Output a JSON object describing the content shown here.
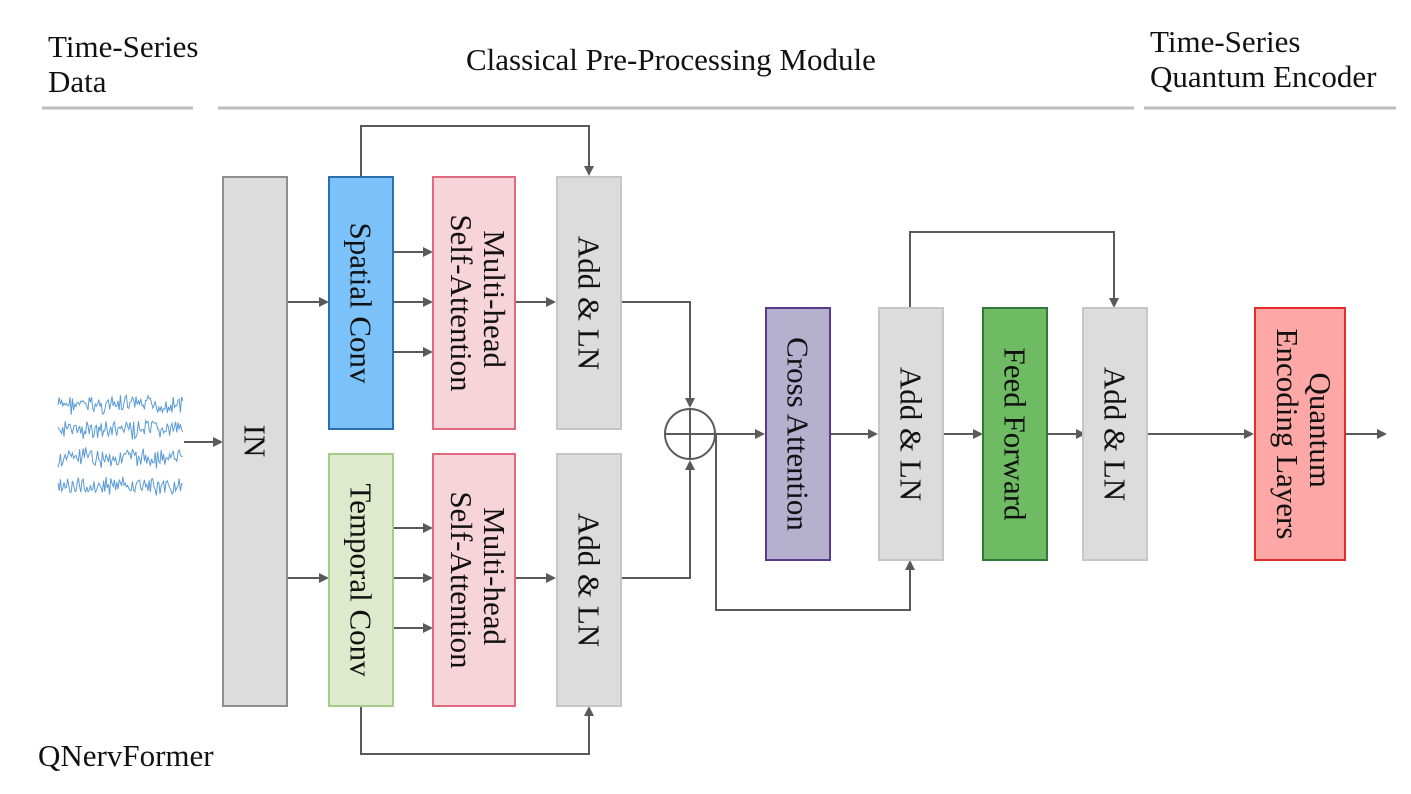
{
  "headers": {
    "time_series_data": [
      "Time-Series",
      "Data"
    ],
    "preprocessing_module": "Classical Pre-Processing Module",
    "quantum_encoder": [
      "Time-Series",
      "Quantum Encoder"
    ]
  },
  "footer_title": "QNervFormer",
  "blocks": {
    "instance_norm": "IN",
    "spatial_conv": "Spatial Conv",
    "temporal_conv": "Temporal Conv",
    "mhsa_spatial": [
      "Multi-head",
      "Self-Attention"
    ],
    "mhsa_temporal": [
      "Multi-head",
      "Self-Attention"
    ],
    "add_ln_spatial": "Add & LN",
    "add_ln_temporal": "Add & LN",
    "sum_node": "⊕",
    "cross_attention": "Cross Attention",
    "add_ln_cross": "Add & LN",
    "feed_forward": "Feed Forward",
    "add_ln_ffn": "Add & LN",
    "quantum_encoding": [
      "Quantum",
      "Encoding Layers"
    ]
  },
  "colors": {
    "gray_block_fill": "#dcdcdc",
    "gray_block_stroke": "#a8a8a8",
    "spatial_fill": "#7bc2fa",
    "spatial_stroke": "#2c6fb0",
    "temporal_fill": "#dfe9cc",
    "temporal_stroke": "#a6cc8a",
    "mhsa_fill": "#f7d3da",
    "mhsa_stroke": "#de6b7e",
    "cross_fill": "#b6b0cf",
    "cross_stroke": "#5a3a8c",
    "ffn_fill": "#6fbb63",
    "ffn_stroke": "#2f7a3a",
    "quantum_fill": "#fda8a6",
    "quantum_stroke": "#e32c2c",
    "arrow": "#5a5a5a",
    "signal": "#5b9bd5",
    "divider": "#bdbdbd"
  }
}
